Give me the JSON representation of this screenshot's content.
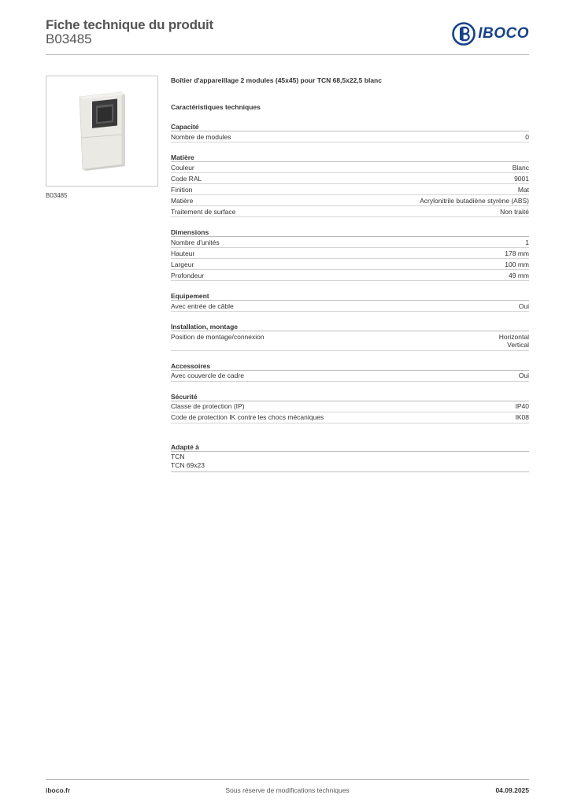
{
  "header": {
    "title": "Fiche technique du produit",
    "code": "B03485",
    "logo_text": "IBOCO",
    "logo_icon": "iboco-logo-icon",
    "brand_color": "#17428a"
  },
  "product": {
    "image_caption": "B03485",
    "title": "Boîtier d'appareillage 2 modules (45x45) pour TCN 68,5x22,5 blanc",
    "spec_heading": "Caractéristiques techniques"
  },
  "sections": [
    {
      "title": "Capacité",
      "rows": [
        {
          "label": "Nombre de modules",
          "values": [
            "0"
          ]
        }
      ]
    },
    {
      "title": "Matière",
      "rows": [
        {
          "label": "Couleur",
          "values": [
            "Blanc"
          ]
        },
        {
          "label": "Code RAL",
          "values": [
            "9001"
          ]
        },
        {
          "label": "Finition",
          "values": [
            "Mat"
          ]
        },
        {
          "label": "Matière",
          "values": [
            "Acrylonitrile butadiène styrène (ABS)"
          ]
        },
        {
          "label": "Traitement de surface",
          "values": [
            "Non traité"
          ]
        }
      ]
    },
    {
      "title": "Dimensions",
      "rows": [
        {
          "label": "Nombre d'unités",
          "values": [
            "1"
          ]
        },
        {
          "label": "Hauteur",
          "values": [
            "178 mm"
          ]
        },
        {
          "label": "Largeur",
          "values": [
            "100 mm"
          ]
        },
        {
          "label": "Profondeur",
          "values": [
            "49 mm"
          ]
        }
      ]
    },
    {
      "title": "Equipement",
      "rows": [
        {
          "label": "Avec entrée de câble",
          "values": [
            "Oui"
          ]
        }
      ]
    },
    {
      "title": "Installation, montage",
      "rows": [
        {
          "label": "Position de montage/connexion",
          "values": [
            "Horizontal",
            "Vertical"
          ]
        }
      ]
    },
    {
      "title": "Accessoires",
      "rows": [
        {
          "label": "Avec couvercle de cadre",
          "values": [
            "Oui"
          ]
        }
      ]
    },
    {
      "title": "Sécurité",
      "rows": [
        {
          "label": "Classe de protection (IP)",
          "values": [
            "IP40"
          ]
        },
        {
          "label": "Code de protection IK contre les chocs mécaniques",
          "values": [
            "IK08"
          ]
        }
      ]
    }
  ],
  "adapted": {
    "title": "Adapté à",
    "items": [
      "TCN",
      "TCN 69x23"
    ]
  },
  "footer": {
    "website": "iboco.fr",
    "notice": "Sous réserve de modifications techniques",
    "date": "04.09.2025"
  }
}
